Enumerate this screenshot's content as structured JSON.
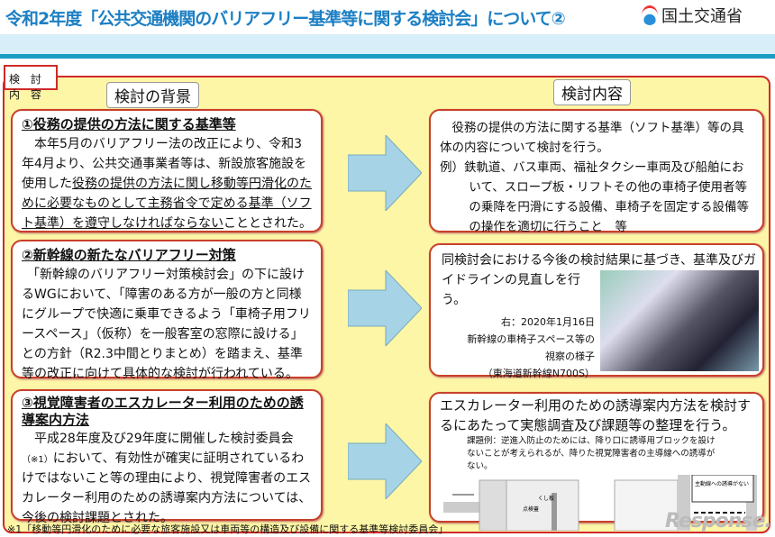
{
  "title": "令和2年度「公共交通機関のバリアフリー基準等に関する検討会」について②",
  "ministry": "国土交通省",
  "section_label": "検 討 内 容",
  "left_heading": "検討の背景",
  "right_heading": "検討内容",
  "left": [
    {
      "heading": "①役務の提供の方法に関する基準等",
      "text_a": "　本年5月のバリアフリー法の改正により、令和3年4月より、公共交通事業者等は、新設旅客施設を使用した",
      "text_u": "役務の提供の方法に関し移動等円滑化のために必要なものとして主務省令で定める基準（ソフト基準）を遵守しなければならない",
      "text_b": "こととされた。"
    },
    {
      "heading": "②新幹線の新たなバリアフリー対策",
      "text": "「新幹線のバリアフリー対策検討会」の下に設けるWGにおいて、「障害のある方が一般の方と同様にグループで快適に乗車できるよう「車椅子用フリースペース」（仮称）を一般客室の窓際に設ける」との方針（R2.3中間とりまとめ）を踏まえ、基準等の改正に向けて具体的な検討が行われている。"
    },
    {
      "heading": "③視覚障害者のエスカレーター利用のための誘導案内方法",
      "text_a": "　平成28年度及び29年度に開催した検討委員会",
      "note": "（※1）",
      "text_b": "において、有効性が確実に証明されているわけではないこと等の理由により、視覚障害者のエスカレーター利用のための誘導案内方法については、今後の検討課題とされた。"
    }
  ],
  "right": [
    {
      "text": "　役務の提供の方法に関する基準（ソフト基準）等の具体の内容について検討を行う。",
      "example": "例）鉄軌道、バス車両、福祉タクシー車両及び船舶において、スロープ板・リフトその他の車椅子使用者等の乗降を円滑にする設備、車椅子を固定する設備等の操作を適切に行うこと　等"
    },
    {
      "text": "同検討会における今後の検討結果に基づき、基準及びガイドラインの見直しを行う。",
      "caption": [
        "右：2020年1月16日",
        "新幹線の車椅子スペース等の",
        "視察の様子",
        "（東海道新幹線N700S）"
      ]
    },
    {
      "text": "エスカレーター利用のための誘導案内方法を検討するにあたって実態調査及び課題等の整理を行う。",
      "issue": "課題例：逆進入防止のためには、降り口に誘導用ブロックを設けないことが考えられるが、降りた視覚障害者の主導線への誘導がない。",
      "diagram_labels": [
        "点検蓋",
        "くし板",
        "主動線への誘導がない"
      ]
    }
  ],
  "footnote": "※1「移動等円滑化のために必要な旅客施設又は車両等の構造及び設備に関する基準等検討委員会」",
  "watermark": "Response."
}
